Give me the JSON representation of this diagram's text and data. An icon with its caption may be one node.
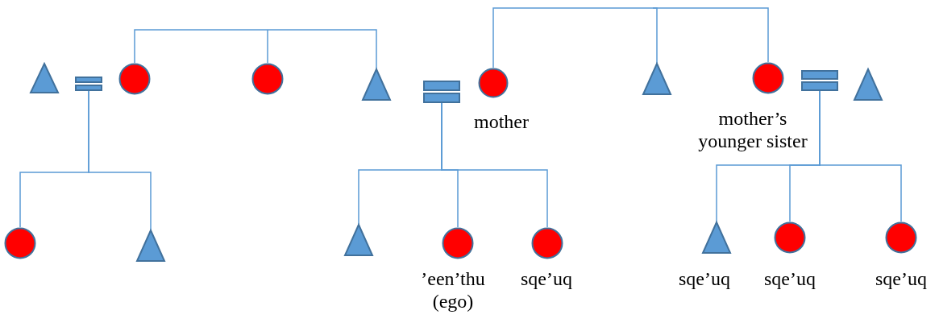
{
  "diagram": {
    "nodes": [
      {
        "text": [],
        "shape": "triangle"
      },
      {
        "text": [],
        "shape": "equals"
      },
      {
        "text": [],
        "shape": "circle"
      },
      {
        "text": [],
        "shape": "circle"
      },
      {
        "text": [],
        "shape": "triangle"
      },
      {
        "text": [],
        "shape": "equals"
      },
      {
        "text": [],
        "shape": "circle",
        "beside": [
          "mother"
        ]
      },
      {
        "text": [],
        "shape": "triangle"
      },
      {
        "text": [],
        "shape": "circle",
        "beside": [
          "mother’s younger sister"
        ]
      },
      {
        "text": [],
        "shape": "equals"
      },
      {
        "text": [],
        "shape": "triangle"
      },
      {
        "text": [],
        "shape": "circle"
      },
      {
        "text": [],
        "shape": "triangle"
      },
      {
        "text": [],
        "shape": "triangle"
      },
      {
        "text": [],
        "shape": "circle",
        "beside": [
          "’een’thu (ego)"
        ]
      },
      {
        "text": [],
        "shape": "circle",
        "beside": [
          "sqe’uq"
        ]
      },
      {
        "text": [],
        "shape": "triangle",
        "beside": [
          "sqe’uq"
        ]
      },
      {
        "text": [],
        "shape": "circle",
        "beside": [
          "sqe’uq"
        ]
      },
      {
        "text": [],
        "shape": "circle",
        "beside": [
          "sqe’uq"
        ]
      }
    ],
    "edges": [
      {
        "from": null,
        "to": 2,
        "arrow": "none"
      },
      {
        "from": null,
        "to": 3,
        "arrow": "none"
      },
      {
        "from": null,
        "to": 4,
        "arrow": "none"
      },
      {
        "from": null,
        "to": 6,
        "arrow": "none"
      },
      {
        "from": null,
        "to": 7,
        "arrow": "none"
      },
      {
        "from": null,
        "to": 8,
        "arrow": "none"
      },
      {
        "from": 1,
        "to": 11,
        "arrow": "none"
      },
      {
        "from": 1,
        "to": 12,
        "arrow": "none"
      },
      {
        "from": 5,
        "to": 13,
        "arrow": "none"
      },
      {
        "from": 5,
        "to": 14,
        "arrow": "none"
      },
      {
        "from": 5,
        "to": 15,
        "arrow": "none"
      },
      {
        "from": 9,
        "to": 16,
        "arrow": "none"
      },
      {
        "from": 9,
        "to": 17,
        "arrow": "none"
      },
      {
        "from": 9,
        "to": 18,
        "arrow": "none"
      }
    ]
  }
}
